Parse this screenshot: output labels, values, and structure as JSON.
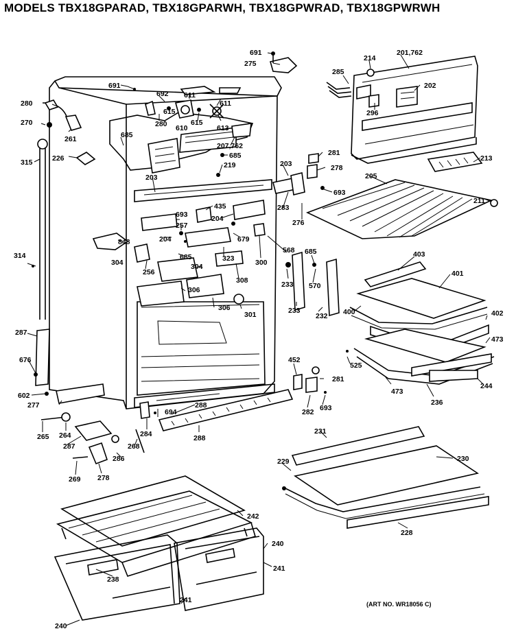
{
  "title": "MODELS TBX18GPARAD, TBX18GPARWH, TBX18GPWRAD, TBX18GPWRWH",
  "art_number": "(ART NO. WR18056 C)",
  "part_labels": {
    "p691a": "691",
    "p275": "275",
    "p201_762": "201,762",
    "p214": "214",
    "p285": "285",
    "p202": "202",
    "p296": "296",
    "p691b": "691",
    "p692": "692",
    "p611a": "611",
    "p611b": "611",
    "p615a": "615",
    "p615b": "615",
    "p610": "610",
    "p613": "613",
    "p280a": "280",
    "p280b": "280",
    "p270": "270",
    "p261": "261",
    "p685a": "685",
    "p207_762": "207,762",
    "p685b": "685",
    "p315": "315",
    "p226": "226",
    "p219": "219",
    "p281a": "281",
    "p278": "278",
    "p203a": "203",
    "p203b": "203",
    "p213": "213",
    "p205": "205",
    "p693a": "693",
    "p283": "283",
    "p211": "211",
    "p435": "435",
    "p204a": "204",
    "p276": "276",
    "p693b": "693",
    "p257": "257",
    "p679": "679",
    "p848": "848",
    "p204b": "204",
    "p568": "568",
    "p685c": "685",
    "p323": "323",
    "p300": "300",
    "p685d": "685",
    "p403": "403",
    "p314": "314",
    "p304a": "304",
    "p256": "256",
    "p304b": "304",
    "p308": "308",
    "p233a": "233",
    "p570": "570",
    "p401": "401",
    "p306a": "306",
    "p306b": "306",
    "p233b": "233",
    "p232": "232",
    "p400": "400",
    "p301": "301",
    "p402": "402",
    "p287a": "287",
    "p473a": "473",
    "p676": "676",
    "p452": "452",
    "p525": "525",
    "p281b": "281",
    "p473b": "473",
    "p244": "244",
    "p602": "602",
    "p277": "277",
    "p288a": "288",
    "p236": "236",
    "p282": "282",
    "p693c": "693",
    "p694": "694",
    "p265": "265",
    "p264": "264",
    "p284": "284",
    "p288b": "288",
    "p287b": "287",
    "p268": "268",
    "p231": "231",
    "p230": "230",
    "p229": "229",
    "p286": "286",
    "p269": "269",
    "p278b": "278",
    "p242": "242",
    "p228": "228",
    "p240a": "240",
    "p241a": "241",
    "p238": "238",
    "p241b": "241",
    "p240b": "240"
  }
}
